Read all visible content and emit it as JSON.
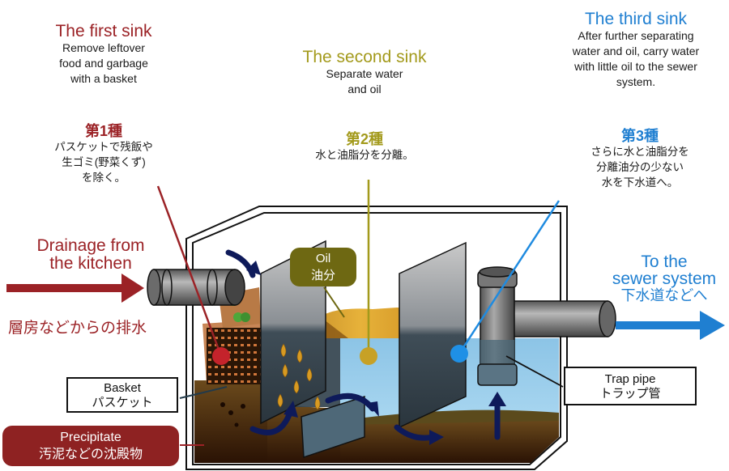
{
  "colors": {
    "first_sink": "#9b2226",
    "second_sink": "#a39a1c",
    "third_sink": "#1f7fd1",
    "oil_badge": "#6e6812",
    "precipitate_badge": "#8e2222",
    "water": "#9fd0ee",
    "sludge": "#5a3414",
    "oil_layer": "#d99a1e",
    "flow_arrow": "#0e1a5a"
  },
  "sinks": [
    {
      "title": "The first sink",
      "description": "Remove leftover food and garbage with a basket",
      "description_lines": [
        "Remove leftover",
        "food and garbage",
        "with a basket"
      ],
      "jp_title": "第1種",
      "jp_description_lines": [
        "パスケットで残飯や",
        "生ゴミ(野菜くず)",
        "を除く。"
      ]
    },
    {
      "title": "The second sink",
      "description_lines": [
        "Separate water",
        "and oil"
      ],
      "jp_title": "第2種",
      "jp_description_lines": [
        "水と油脂分を分離。"
      ]
    },
    {
      "title": "The third sink",
      "description_lines": [
        "After further separating",
        "water and oil, carry water",
        "with little oil to the sewer",
        "system."
      ],
      "jp_title": "第3種",
      "jp_description_lines": [
        "さらに水と油脂分を",
        "分離油分の少ない",
        "水を下水道へ。"
      ]
    }
  ],
  "inlet": {
    "label_lines": [
      "Drainage from",
      "the kitchen"
    ],
    "jp_label": "層房などからの排水",
    "arrow_icon": "arrow-right-icon"
  },
  "outlet": {
    "label_lines": [
      "To the",
      "sewer system"
    ],
    "jp_label": "下水道などへ",
    "arrow_icon": "arrow-right-icon"
  },
  "callouts": {
    "oil": {
      "label": "Oil",
      "jp_label": "油分"
    },
    "basket": {
      "label": "Basket",
      "jp_label": "パスケット"
    },
    "precipitate": {
      "label": "Precipitate",
      "jp_label": "汚泥などの沈殿物"
    },
    "trap_pipe": {
      "label": "Trap pipe",
      "jp_label": "トラップ管"
    }
  }
}
